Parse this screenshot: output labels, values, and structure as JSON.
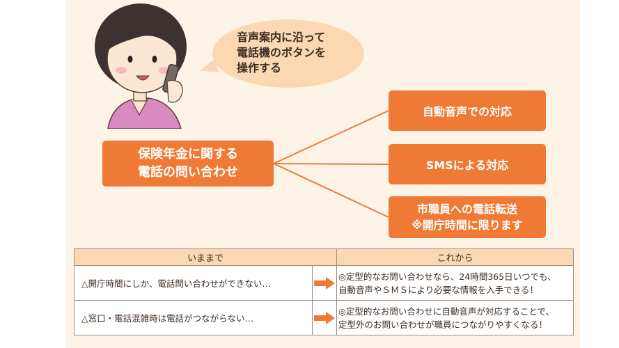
{
  "bubble": {
    "lines": [
      "音声案内に沿って",
      "電話機のボタンを",
      "操作する"
    ]
  },
  "main_box": {
    "lines": [
      "保険年金に関する",
      "電話の問い合わせ"
    ]
  },
  "options": [
    {
      "lines": [
        "自動音声での対応"
      ]
    },
    {
      "lines": [
        "SMSによる対応"
      ]
    },
    {
      "lines": [
        "市職員への電話転送",
        "※開庁時間に限ります"
      ]
    }
  ],
  "table": {
    "headers": [
      "いままで",
      "これから"
    ],
    "rows": [
      {
        "before": "△開庁時間にしか、電話問い合わせができない…",
        "after": [
          "◎定型的なお問い合わせなら、24時間365日いつでも、",
          "自動音声やＳＭＳにより必要な情報を入手できる！"
        ]
      },
      {
        "before": "△窓口・電話混雑時は電話がつながらない…",
        "after": [
          "◎定型的なお問い合わせに自動音声が対応することで、",
          "定型外のお問い合わせが職員につながりやすくなる！"
        ]
      }
    ]
  },
  "colors": {
    "accent": "#ef7a35",
    "panel": "#fdf3e6",
    "bubble": "#fbd8b2"
  }
}
